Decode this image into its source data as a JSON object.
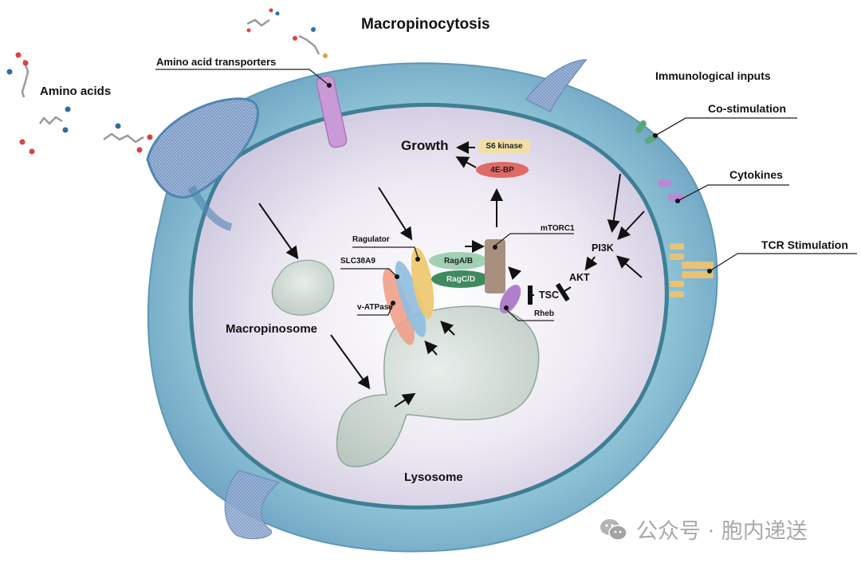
{
  "figure": {
    "title": "Macropinocytosis",
    "labels": {
      "amino_acids": "Amino acids",
      "amino_acid_transporters": "Amino acid transporters",
      "immunological_inputs": "Immunological inputs",
      "co_stimulation": "Co-stimulation",
      "cytokines": "Cytokines",
      "tcr_stimulation": "TCR Stimulation",
      "growth": "Growth",
      "s6_kinase": "S6 kinase",
      "four_ebp": "4E-BP",
      "mtorc1": "mTORC1",
      "ragulator": "Ragulator",
      "slc38a9": "SLC38A9",
      "v_atpase": "v-ATPase",
      "rag_ab": "RagA/B",
      "rag_cd": "RagC/D",
      "rheb": "Rheb",
      "tsc": "TSC",
      "akt": "AKT",
      "pi3k": "PI3K",
      "macropinosome": "Macropinosome",
      "lysosome": "Lysosome"
    },
    "colors": {
      "cell_outer": "#7fb3cc",
      "cell_membrane": "#3f7f95",
      "cytoplasm": "#ece9f2",
      "transporter": "#c99ad6",
      "s6_kinase": "#f1dfa6",
      "four_ebp": "#e06a66",
      "mtorc1": "#a98f80",
      "rag_ab": "#9fd1b2",
      "rag_cd": "#3f8a5f",
      "ragulator": "#efc873",
      "slc38a9": "#8fbde0",
      "v_atpase": "#f0a08a",
      "rheb": "#b07fcc",
      "co_stim": "#5aa57c",
      "cytokine": "#b58ad6",
      "tcr": "#e7c277",
      "vesicle": "#c9d5cf"
    }
  },
  "watermark": {
    "icon": "wechat-icon",
    "text": "公众号 · 胞内递送"
  }
}
